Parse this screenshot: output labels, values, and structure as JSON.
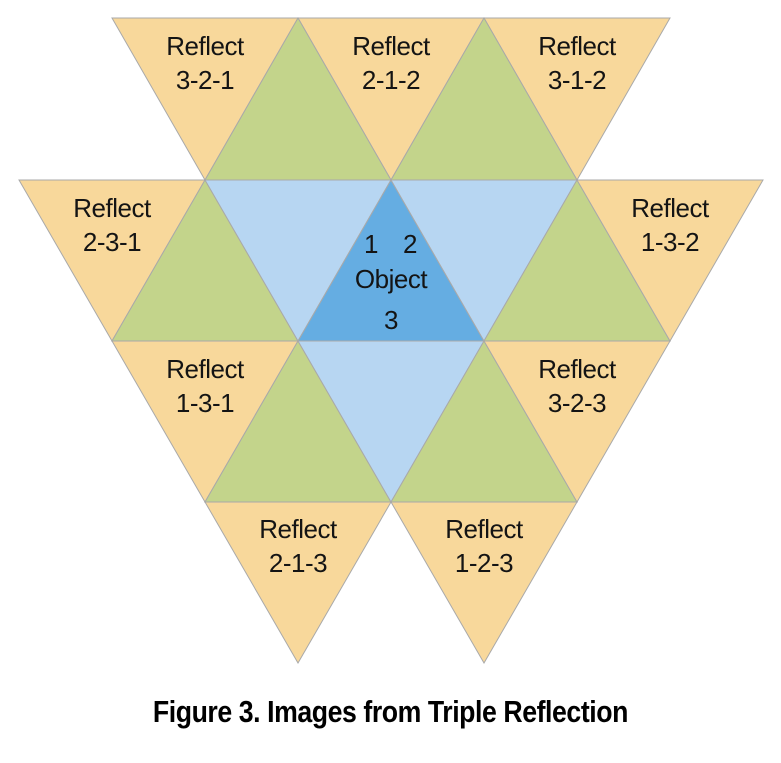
{
  "caption": "Figure 3. Images from Triple Reflection",
  "colors": {
    "reflect": "#f8d89b",
    "green": "#c3d48b",
    "light_blue": "#b7d6f2",
    "object": "#65ade2"
  },
  "object": {
    "corner_1": "1",
    "corner_2": "2",
    "label": "Object",
    "corner_3": "3"
  },
  "reflections": [
    {
      "line1": "Reflect",
      "line2": "3-2-1"
    },
    {
      "line1": "Reflect",
      "line2": "2-1-2"
    },
    {
      "line1": "Reflect",
      "line2": "3-1-2"
    },
    {
      "line1": "Reflect",
      "line2": "2-3-1"
    },
    {
      "line1": "Reflect",
      "line2": "1-3-2"
    },
    {
      "line1": "Reflect",
      "line2": "1-3-1"
    },
    {
      "line1": "Reflect",
      "line2": "3-2-3"
    },
    {
      "line1": "Reflect",
      "line2": "2-1-3"
    },
    {
      "line1": "Reflect",
      "line2": "1-2-3"
    }
  ]
}
